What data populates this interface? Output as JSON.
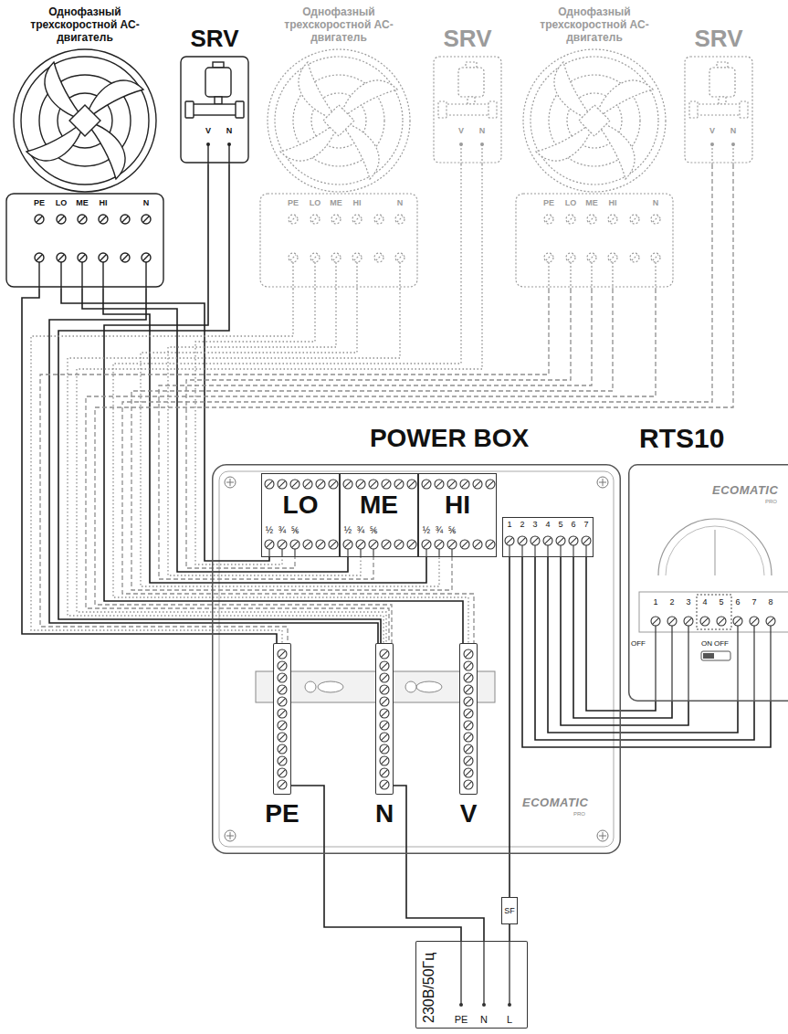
{
  "diagram": {
    "nodes": [
      {
        "text": [
          "Однофазный трехскоростной АС-двигатель",
          "PE",
          "LO",
          "ME",
          "HI",
          "N"
        ]
      },
      {
        "text": [
          "SRV",
          "V",
          "N"
        ]
      },
      {
        "text": [
          "Однофазный трехскоростной АС-двигатель",
          "PE",
          "LO",
          "ME",
          "HI",
          "N"
        ]
      },
      {
        "text": [
          "SRV",
          "V",
          "N"
        ]
      },
      {
        "text": [
          "Однофазный трехскоростной АС-двигатель",
          "PE",
          "LO",
          "ME",
          "HI",
          "N"
        ]
      },
      {
        "text": [
          "SRV",
          "V",
          "N"
        ]
      },
      {
        "text": [
          "POWER BOX",
          "ECOMATIC",
          "PRO"
        ]
      },
      {
        "text": [
          "LO",
          "½",
          "¾",
          "⅚"
        ],
        "in": 6
      },
      {
        "text": [
          "ME",
          "½",
          "¾",
          "⅚"
        ],
        "in": 6
      },
      {
        "text": [
          "HI",
          "½",
          "¾",
          "⅚"
        ],
        "in": 6
      },
      {
        "text": [
          "1",
          "2",
          "3",
          "4",
          "5",
          "6",
          "7"
        ],
        "in": 6
      },
      {
        "text": [
          "PE"
        ],
        "in": 6
      },
      {
        "text": [
          "N"
        ],
        "in": 6
      },
      {
        "text": [
          "V"
        ],
        "in": 6
      },
      {
        "text": [
          "RTS10",
          "ECOMATIC",
          "PRO",
          "1",
          "2",
          "3",
          "4",
          "5",
          "6",
          "7",
          "8",
          "OFF",
          "ON",
          "OFF"
        ]
      },
      {
        "text": [
          "SF"
        ]
      },
      {
        "text": [
          "230В/50Гц",
          "PE",
          "N",
          "L"
        ]
      }
    ],
    "edges": [
      {
        "from": 0,
        "to": 11,
        "arrow": "none"
      },
      {
        "from": 0,
        "to": 7,
        "arrow": "none"
      },
      {
        "from": 0,
        "to": 8,
        "arrow": "none"
      },
      {
        "from": 0,
        "to": 9,
        "arrow": "none"
      },
      {
        "from": 0,
        "to": 12,
        "arrow": "none"
      },
      {
        "from": 1,
        "to": 13,
        "arrow": "none"
      },
      {
        "from": 1,
        "to": 12,
        "arrow": "none"
      },
      {
        "from": 2,
        "to": 11,
        "arrow": "none"
      },
      {
        "from": 2,
        "to": 7,
        "arrow": "none"
      },
      {
        "from": 2,
        "to": 8,
        "arrow": "none"
      },
      {
        "from": 2,
        "to": 9,
        "arrow": "none"
      },
      {
        "from": 2,
        "to": 12,
        "arrow": "none"
      },
      {
        "from": 3,
        "to": 13,
        "arrow": "none"
      },
      {
        "from": 3,
        "to": 12,
        "arrow": "none"
      },
      {
        "from": 4,
        "to": 11,
        "arrow": "none"
      },
      {
        "from": 4,
        "to": 7,
        "arrow": "none"
      },
      {
        "from": 4,
        "to": 8,
        "arrow": "none"
      },
      {
        "from": 4,
        "to": 9,
        "arrow": "none"
      },
      {
        "from": 4,
        "to": 12,
        "arrow": "none"
      },
      {
        "from": 5,
        "to": 13,
        "arrow": "none"
      },
      {
        "from": 5,
        "to": 12,
        "arrow": "none"
      },
      {
        "from": 10,
        "to": 14,
        "arrow": "none"
      },
      {
        "from": 10,
        "to": 14,
        "arrow": "none"
      },
      {
        "from": 10,
        "to": 14,
        "arrow": "none"
      },
      {
        "from": 10,
        "to": 14,
        "arrow": "none"
      },
      {
        "from": 10,
        "to": 14,
        "arrow": "none"
      },
      {
        "from": 10,
        "to": 14,
        "arrow": "none"
      },
      {
        "from": 10,
        "to": 15,
        "arrow": "none"
      },
      {
        "from": 15,
        "to": 16,
        "arrow": "none"
      },
      {
        "from": 11,
        "to": 16,
        "arrow": "none"
      },
      {
        "from": 12,
        "to": 16,
        "arrow": "none"
      }
    ]
  }
}
